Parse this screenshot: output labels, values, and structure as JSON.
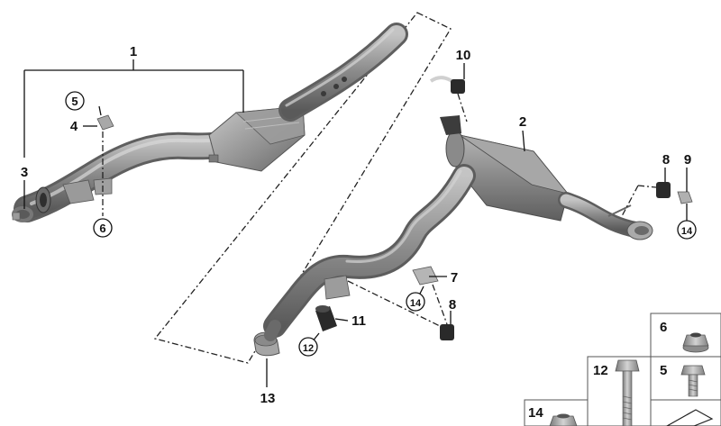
{
  "callouts": {
    "c1": "1",
    "c2": "2",
    "c3": "3",
    "c4": "4",
    "c5": "5",
    "c6": "6",
    "c7": "7",
    "c8a": "8",
    "c8b": "8",
    "c9": "9",
    "c10": "10",
    "c11": "11",
    "c12": "12",
    "c13": "13",
    "c14a": "14",
    "c14b": "14"
  },
  "legend": {
    "cell_6": "6",
    "cell_5": "5",
    "cell_12": "12",
    "cell_14": "14"
  },
  "colors": {
    "pipe_dark": "#6d6d6d",
    "pipe_mid": "#8e8e8e",
    "pipe_light": "#b9b9b9",
    "rubber": "#2a2a2a",
    "bolt": "#a8a8a8"
  }
}
